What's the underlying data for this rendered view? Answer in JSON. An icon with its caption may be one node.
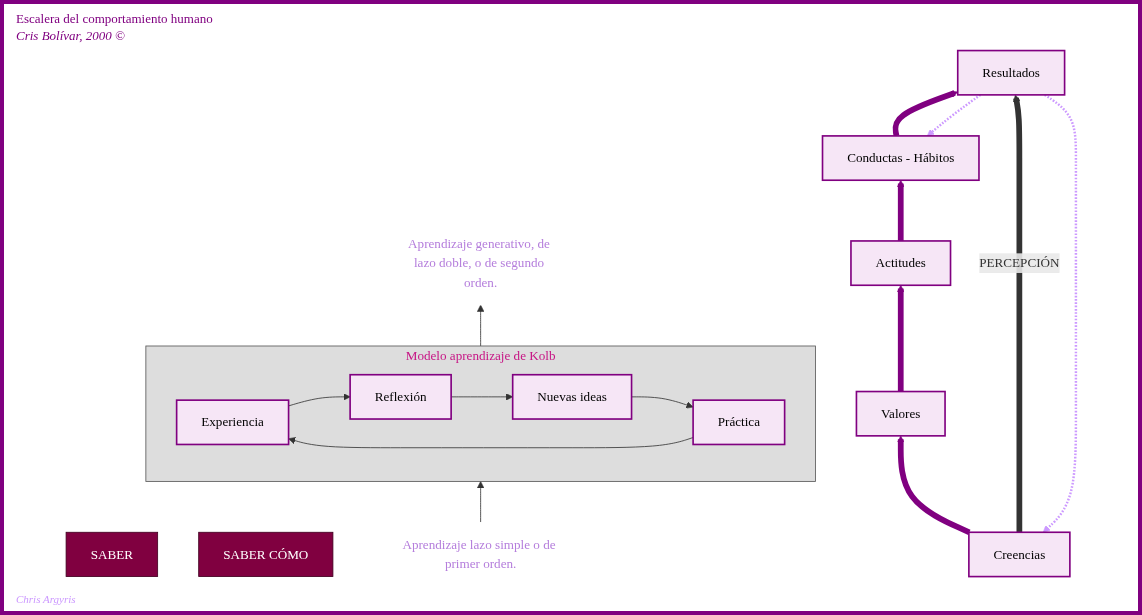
{
  "diagram": {
    "title": "Escalera del comportamiento humano",
    "nodes": [
      {
        "text": [
          "Resultados"
        ]
      },
      {
        "text": [
          "Conductas - Hábitos"
        ]
      },
      {
        "text": [
          "Actitudes"
        ]
      },
      {
        "text": [
          "Valores"
        ]
      },
      {
        "text": [
          "Creencias"
        ]
      },
      {
        "text": [
          "Aprendizaje lazo simple o de primer orden."
        ]
      },
      {
        "text": [
          "Modelo aprendizaje de Kolb"
        ]
      },
      {
        "text": [
          "Experiencia"
        ],
        "in": 6
      },
      {
        "text": [
          "Reflexión"
        ],
        "in": 6
      },
      {
        "text": [
          "Nuevas ideas"
        ],
        "in": 6
      },
      {
        "text": [
          "Práctica"
        ],
        "in": 6
      },
      {
        "text": [
          "SABER CÓMO"
        ]
      },
      {
        "text": [
          "SABER"
        ]
      },
      {
        "text": [
          "Aprendizaje generativo, de lazo doble, o de segundo orden."
        ]
      }
    ],
    "edges": [
      {
        "from": 4,
        "to": 3,
        "arrow": "to",
        "style": "thick",
        "color": "#800080"
      },
      {
        "from": 3,
        "to": 2,
        "arrow": "to",
        "style": "thick",
        "color": "#800080"
      },
      {
        "from": 2,
        "to": 1,
        "arrow": "to",
        "style": "thick",
        "color": "#800080"
      },
      {
        "from": 1,
        "to": 0,
        "arrow": "to",
        "style": "thick",
        "color": "#800080"
      },
      {
        "from": 4,
        "to": 0,
        "arrow": "to",
        "label": "PERCEPCIÓN",
        "style": "thick"
      },
      {
        "from": 0,
        "to": 1,
        "arrow": "to",
        "style": "dashed",
        "color": "#cc99ff"
      },
      {
        "from": 0,
        "to": 4,
        "arrow": "to",
        "style": "dashed",
        "color": "#cc99ff"
      },
      {
        "from": 5,
        "to": 6,
        "arrow": "to"
      },
      {
        "from": 7,
        "to": 8,
        "arrow": "to"
      },
      {
        "from": 8,
        "to": 9,
        "arrow": "to"
      },
      {
        "from": 9,
        "to": 10,
        "arrow": "to"
      },
      {
        "from": 10,
        "to": 7,
        "arrow": "to"
      },
      {
        "from": 6,
        "to": 13,
        "arrow": "to"
      }
    ],
    "labels": [
      "Cris Bolívar, 2000 ©",
      "Chris Argyris"
    ]
  }
}
